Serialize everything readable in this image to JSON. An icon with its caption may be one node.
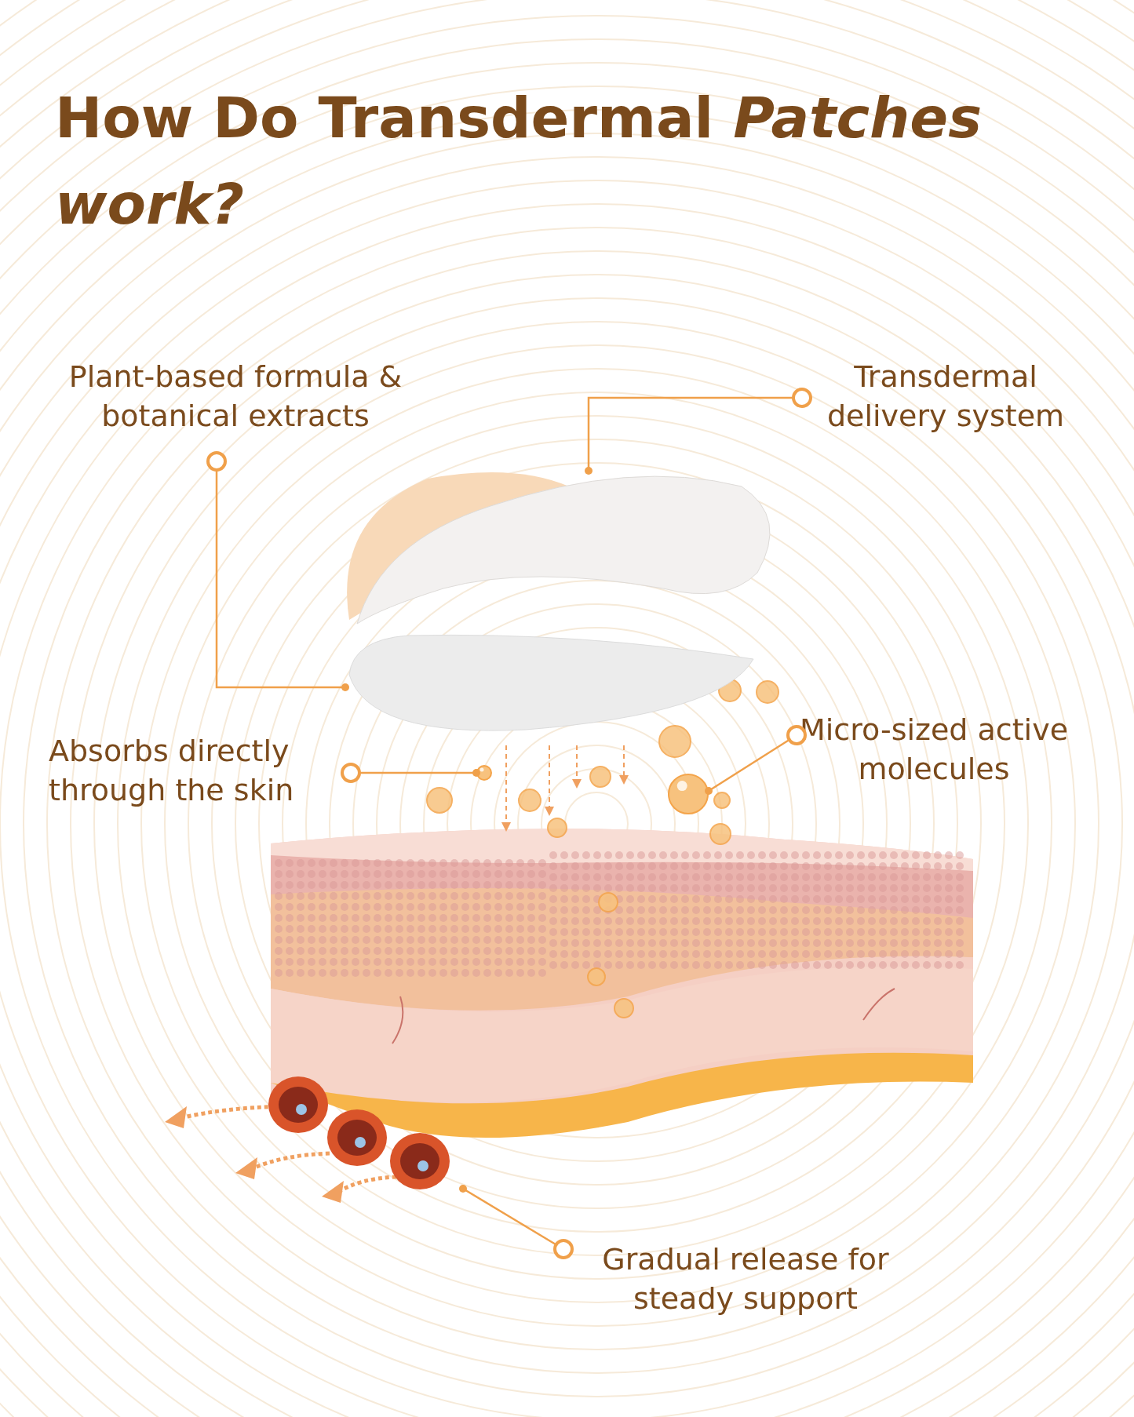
{
  "diagram": {
    "title": "How Do Transdermal *Patches work?*",
    "nodes": [
      {
        "text": [
          "Plant-based formula & botanical extracts"
        ]
      },
      {
        "text": [],
        "shape": "picture"
      },
      {
        "text": [
          "Transdermal delivery system"
        ]
      },
      {
        "text": [],
        "shape": "picture"
      },
      {
        "text": [
          "Absorbs directly through the skin"
        ]
      },
      {
        "text": [],
        "shape": "circle"
      },
      {
        "text": [
          "Micro-sized active molecules"
        ]
      },
      {
        "text": [],
        "shape": "circle"
      },
      {
        "text": [
          "Gradual release for steady support"
        ]
      },
      {
        "text": [],
        "shape": "picture"
      }
    ],
    "edges": [
      {
        "from": 0,
        "to": 1,
        "arrow": "other"
      },
      {
        "from": 2,
        "to": 3,
        "arrow": "other"
      },
      {
        "from": 4,
        "to": 5,
        "arrow": "other"
      },
      {
        "from": 6,
        "to": 7,
        "arrow": "other"
      },
      {
        "from": 8,
        "to": 9,
        "arrow": "other"
      }
    ]
  }
}
